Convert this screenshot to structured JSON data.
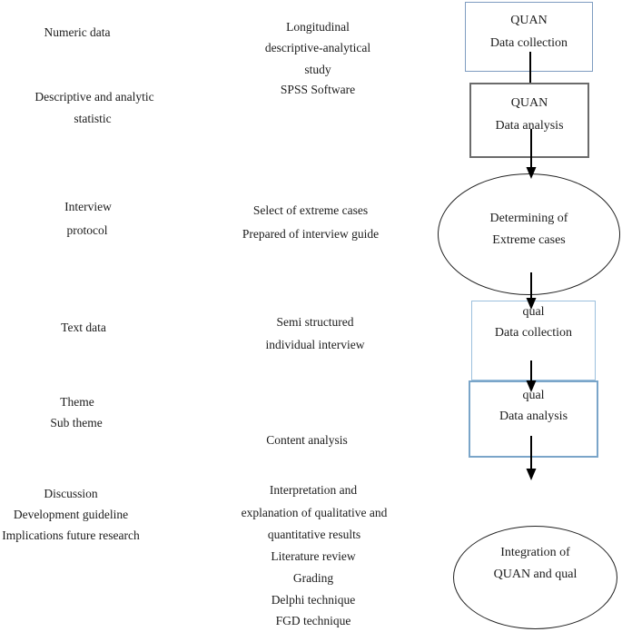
{
  "colors": {
    "background": "#ffffff",
    "text": "#1c1c1c",
    "arrow": "#000000",
    "quan_collection_border": "#7e9cc0",
    "quan_analysis_border": "#6b6b6b",
    "ellipse_border": "#222222",
    "qual_collection_border": "#9cc0dd",
    "qual_analysis_border": "#7aa5c9"
  },
  "labels": {
    "left": [
      "Numeric data",
      "Descriptive and analytic",
      "statistic",
      "Interview",
      "protocol",
      "Text data",
      "Theme",
      "Sub theme",
      "Discussion",
      "Development guideline",
      "Implications future research"
    ],
    "middle": [
      "Longitudinal",
      "descriptive-analytical",
      "study",
      "SPSS Software",
      "Select of extreme cases",
      "Prepared of interview guide",
      "Semi structured",
      "individual interview",
      "Content analysis",
      "Interpretation and",
      "explanation of qualitative and",
      "quantitative results",
      "Literature review",
      "Grading",
      "Delphi technique",
      "FGD technique"
    ]
  },
  "flowchart": {
    "quan_collection": {
      "line1": "QUAN",
      "line2": "Data collection"
    },
    "quan_analysis": {
      "line1": "QUAN",
      "line2": "Data analysis"
    },
    "determining": {
      "line1": "Determining of",
      "line2": "Extreme cases"
    },
    "qual_collection": {
      "line1": "qual",
      "line2": "Data collection"
    },
    "qual_analysis": {
      "line1": "qual",
      "line2": "Data analysis"
    },
    "integration": {
      "line1": "Integration of",
      "line2": "QUAN and qual"
    }
  }
}
